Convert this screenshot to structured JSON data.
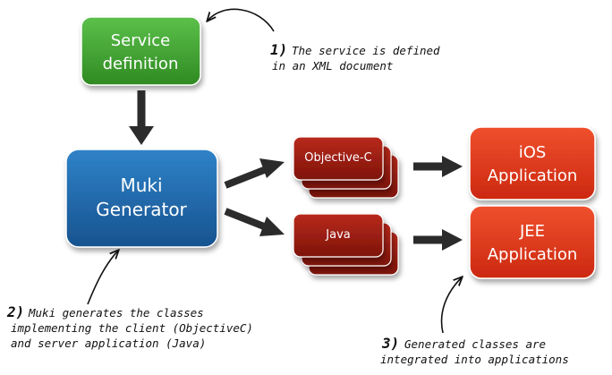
{
  "colors": {
    "service_box": "#3b9a2a",
    "generator_box": "#1e63a8",
    "stack_box": "#9a1a10",
    "app_box": "#e0331a",
    "arrow": "#2b2b2b",
    "note_text": "#111111"
  },
  "nodes": {
    "service": {
      "line1": "Service",
      "line2": "definition"
    },
    "generator": {
      "line1": "Muki",
      "line2": "Generator"
    },
    "objc": {
      "label": "Objective-C"
    },
    "java": {
      "label": "Java"
    },
    "ios": {
      "line1": "iOS",
      "line2": "Application"
    },
    "jee": {
      "line1": "JEE",
      "line2": "Application"
    }
  },
  "notes": {
    "note1": {
      "num": "1)",
      "line1": "The service is defined",
      "line2": "in an XML document"
    },
    "note2": {
      "num": "2)",
      "line1": "Muki generates the classes",
      "line2": "implementing the client (ObjectiveC)",
      "line3": "and server application (Java)"
    },
    "note3": {
      "num": "3)",
      "line1": "Generated classes are",
      "line2": "integrated into applications"
    }
  }
}
